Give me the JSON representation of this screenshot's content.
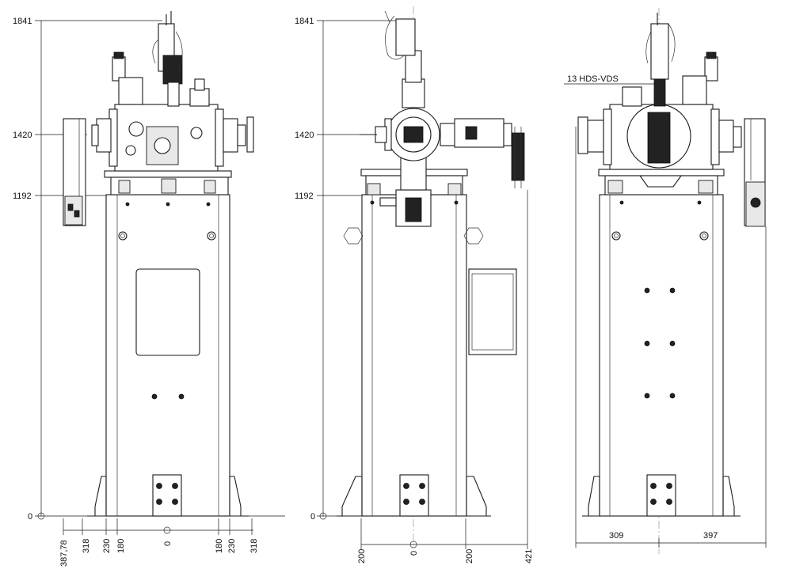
{
  "views": {
    "front": {
      "elevations": [
        "1841",
        "1420",
        "1192",
        "0"
      ],
      "bottom_dims": [
        "387,78",
        "318",
        "230",
        "180",
        "0",
        "180",
        "230",
        "318"
      ]
    },
    "side": {
      "elevations": [
        "1841",
        "1420",
        "1192",
        "0"
      ],
      "bottom_dims": [
        "200",
        "0",
        "200",
        "421"
      ]
    },
    "back": {
      "callout": "13 HDS-VDS",
      "bottom_dims": [
        "309",
        "397"
      ]
    }
  }
}
